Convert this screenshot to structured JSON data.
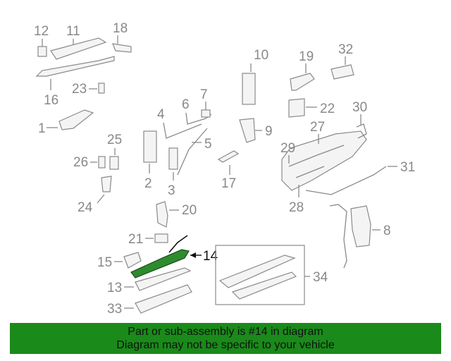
{
  "callouts": {
    "c1": "1",
    "c2": "2",
    "c3": "3",
    "c4": "4",
    "c5": "5",
    "c6": "6",
    "c7": "7",
    "c8": "8",
    "c9": "9",
    "c10": "10",
    "c11": "11",
    "c12": "12",
    "c13": "13",
    "c14": "14",
    "c15": "15",
    "c16": "16",
    "c17": "17",
    "c18": "18",
    "c19": "19",
    "c20": "20",
    "c21": "21",
    "c22": "22",
    "c23": "23",
    "c24": "24",
    "c25": "25",
    "c26": "26",
    "c27": "27",
    "c28": "28",
    "c29": "29",
    "c30": "30",
    "c31": "31",
    "c32": "32",
    "c33": "33",
    "c34": "34"
  },
  "highlighted_part": "14",
  "banner": {
    "line1": "Part or sub-assembly is #14 in diagram",
    "line2": "Diagram may not be specific to your vehicle"
  },
  "colors": {
    "banner_bg": "#1a8a1a",
    "highlight_part": "#1f7a1f",
    "line_art": "#8a8a8a"
  }
}
